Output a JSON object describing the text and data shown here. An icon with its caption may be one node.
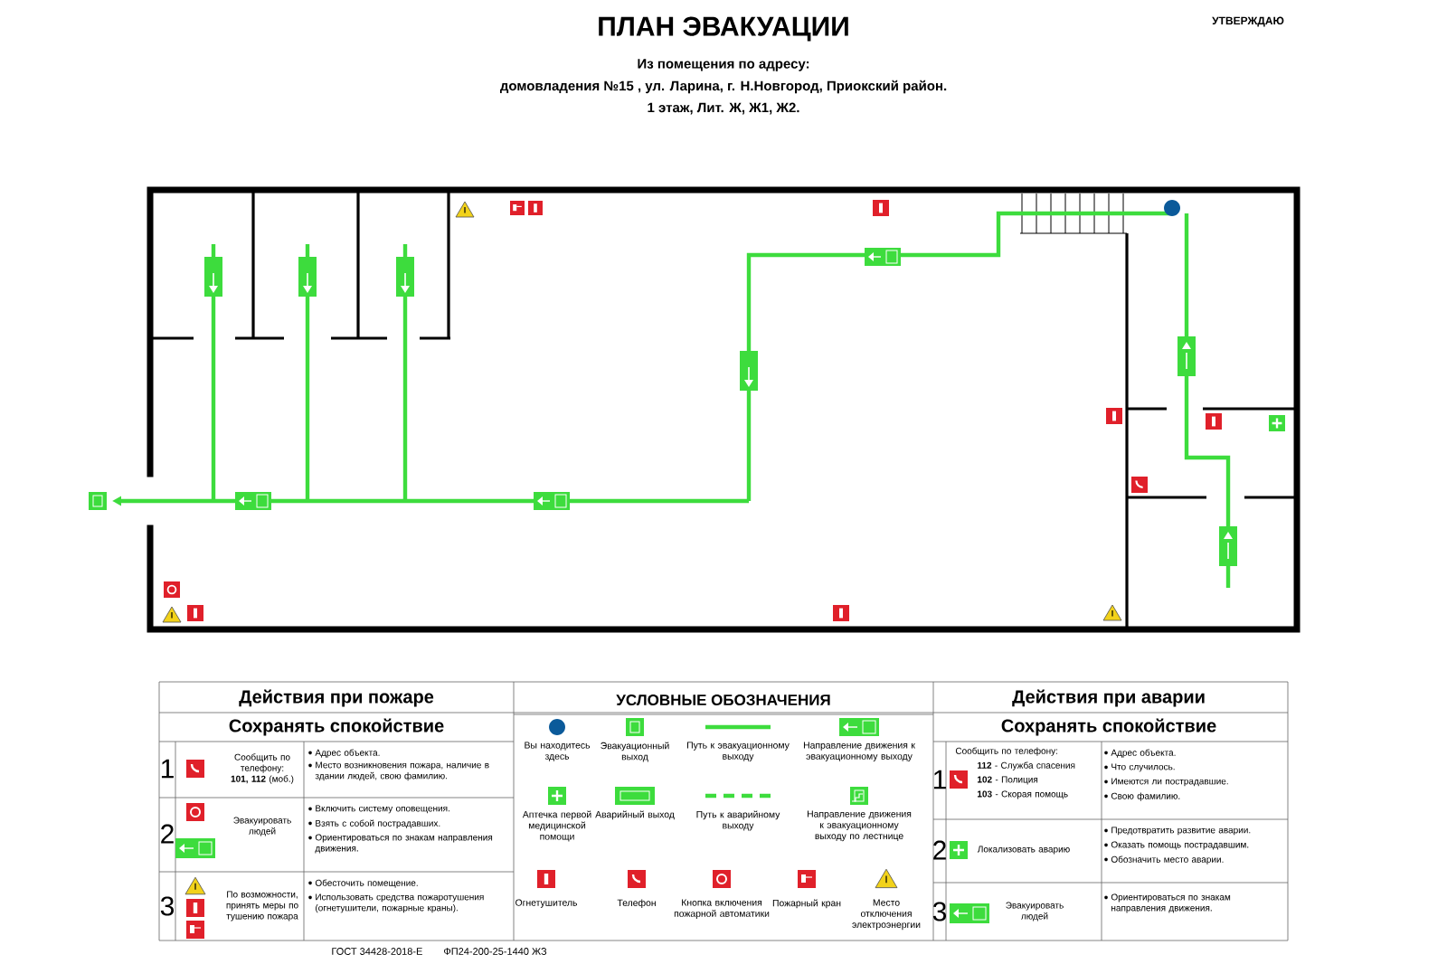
{
  "diagram": {
    "title": "ПЛАН ЭВАКУАЦИИ",
    "labels": [
      "УТВЕРЖДАЮ",
      "Из помещения по адресу:",
      "домовладения №15 , ул. Ларина, г. Н.Новгород, Приокский район.",
      "1 этаж, Лит. Ж, Ж1, Ж2.",
      "Действия при пожаре",
      "УСЛОВНЫЕ ОБОЗНАЧЕНИЯ",
      "Действия при аварии",
      "Сохранять спокойствие",
      "Сохранять спокойствие",
      "1",
      "Сообщить по телефону: **101, 112** (моб.)",
      "Адрес объекта.",
      "Место возникновения пожара, наличие в здании людей, свою фамилию.",
      "1",
      "Сообщить по телефону:",
      "**112** - Служба спасения",
      "**102** - Полиция",
      "**103** - Скорая помощь",
      "Адрес объекта.",
      "Что случилось.",
      "Имеются ли пострадавшие.",
      "Свою фамилию.",
      "2",
      "Эвакуировать людей",
      "Включить систему оповещения.",
      "Взять с собой пострадавших.",
      "Ориентироваться по знакам направления движения.",
      "2",
      "Локализовать аварию",
      "Предотвратить развитие аварии.",
      "Оказать помощь пострадавшим.",
      "Обозначить место аварии.",
      "3",
      "По возможности, принять меры по тушению пожара",
      "Обесточить помещение.",
      "Использовать средства пожаротушения (огнетушители, пожарные краны).",
      "3",
      "Эвакуировать людей",
      "Ориентироваться по знакам направления движения.",
      "ГОСТ 34428-2018-Е",
      "ФП24-200-25-1440 ЖЗ"
    ],
    "legend": [
      {
        "text": "Вы находитесь здесь"
      },
      {
        "text": "Эвакуационный выход"
      },
      {
        "text": "Путь к эвакуационному выходу"
      },
      {
        "text": "Направление движения к эвакуационному выходу"
      },
      {
        "text": "Аптечка первой медицинской помощи"
      },
      {
        "text": "Аварийный выход"
      },
      {
        "text": "Путь к аварийному выходу"
      },
      {
        "text": "Направление движения к эвакуационному выходу по лестнице"
      },
      {
        "text": "Огнетушитель"
      },
      {
        "text": "Телефон"
      },
      {
        "text": "Кнопка включения пожарной автоматики"
      },
      {
        "text": "Пожарный кран"
      },
      {
        "text": "Место отключения электроэнергии"
      }
    ]
  }
}
